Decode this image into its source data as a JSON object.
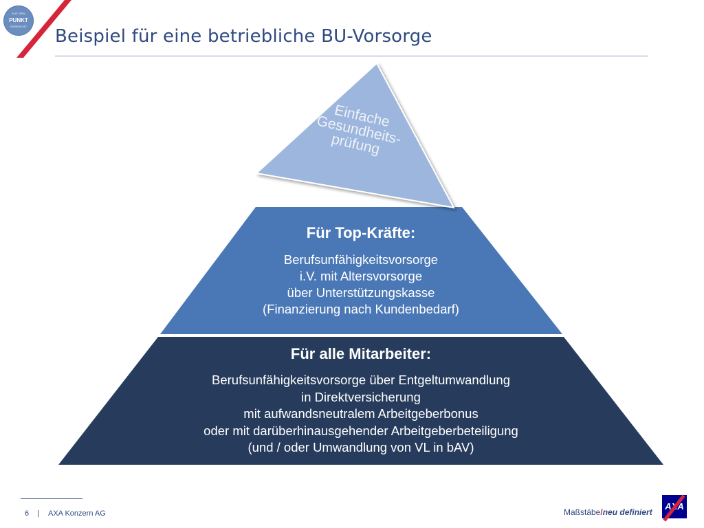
{
  "slide": {
    "title": "Beispiel für eine betriebliche BU-Vorsorge"
  },
  "badge": {
    "line1": "AUF DEN",
    "line2": "PUNKT",
    "line3": "GEBRACHT"
  },
  "pyramid": {
    "top": {
      "lines": [
        "Einfache",
        "Gesundheits-",
        "prüfung"
      ],
      "color": "#9db6dd"
    },
    "middle": {
      "heading": "Für Top-Kräfte:",
      "lines": [
        "Berufsunfähigkeitsvorsorge",
        "i.V. mit Altersvorsorge",
        "über Unterstützungskasse",
        "(Finanzierung nach Kundenbedarf)"
      ],
      "color": "#4a78b6"
    },
    "bottom": {
      "heading": "Für alle Mitarbeiter:",
      "lines": [
        "Berufsunfähigkeitsvorsorge über Entgeltumwandlung",
        "in Direktversicherung",
        "mit aufwandsneutralem Arbeitgeberbonus",
        "oder mit darüberhinausgehender Arbeitgeberbeteiligung",
        "(und / oder Umwandlung von VL  in bAV)"
      ],
      "color": "#273c5c"
    }
  },
  "footer": {
    "page": "6",
    "separator": "|",
    "company": "AXA Konzern AG",
    "claim_part1": "Maßstäbe",
    "claim_slash": "/",
    "claim_part2": "neu definiert",
    "logo_text": "AXA"
  },
  "colors": {
    "title": "#2f4a80",
    "accent_red": "#d6253a",
    "axa_blue": "#00008f"
  }
}
